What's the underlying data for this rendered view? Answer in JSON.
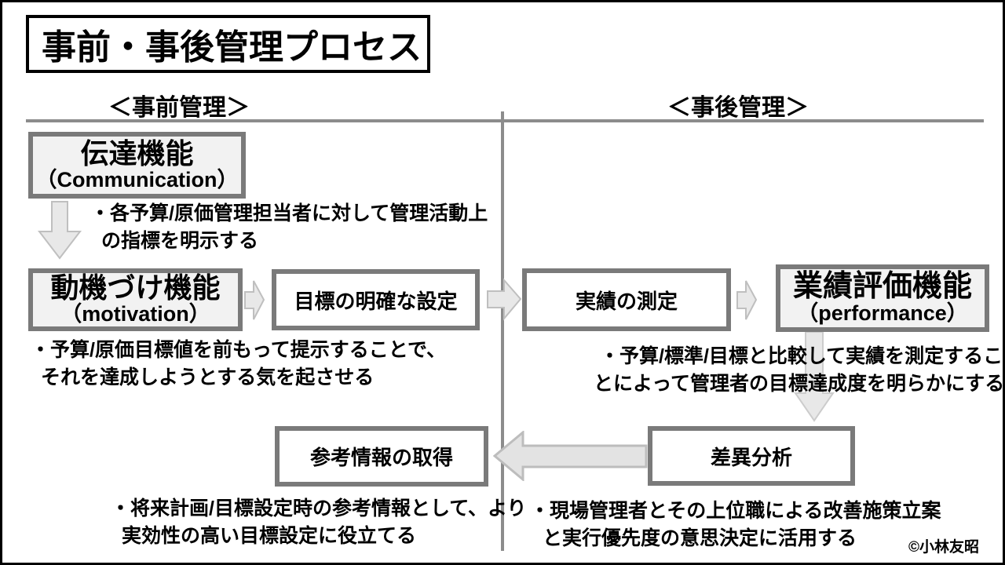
{
  "title": "事前・事後管理プロセス",
  "sections": {
    "left_header": "＜事前管理＞",
    "right_header": "＜事後管理＞"
  },
  "boxes": {
    "communication": {
      "title": "伝達機能",
      "subtitle": "（Communication）"
    },
    "motivation": {
      "title": "動機づけ機能",
      "subtitle": "（motivation）"
    },
    "goal_setting": {
      "label": "目標の明確な設定"
    },
    "measurement": {
      "label": "実績の測定"
    },
    "performance": {
      "title": "業績評価機能",
      "subtitle": "（performance）"
    },
    "reference_info": {
      "label": "参考情報の取得"
    },
    "variance_analysis": {
      "label": "差異分析"
    }
  },
  "notes": {
    "communication": {
      "line1": "・各予算/原価管理担当者に対して管理活動上",
      "line2": "の指標を明示する"
    },
    "motivation": {
      "line1": "・予算/原価目標値を前もって提示することで、",
      "line2": "それを達成しようとする気を起させる"
    },
    "performance": {
      "line1": "・予算/標準/目標と比較して実績を測定するこ",
      "line2": "とによって管理者の目標達成度を明らかにする"
    },
    "reference_info": {
      "line1": "・将来計画/目標設定時の参考情報として、より",
      "line2": "実効性の高い目標設定に役立てる"
    },
    "variance_analysis": {
      "line1": "・現場管理者とその上位職による改善施策立案",
      "line2": "と実行優先度の意思決定に活用する"
    }
  },
  "footer": {
    "copyright": "©小林友昭"
  },
  "colors": {
    "box_border": "#7a7a7a",
    "box_fill_gray": "#f2f2f2",
    "box_fill_white": "#ffffff",
    "divider_line": "#8c8c8c",
    "arrow_fill": "#e8e8e8",
    "arrow_stroke": "#bfbfbf",
    "title_border": "#000000",
    "text": "#000000"
  }
}
